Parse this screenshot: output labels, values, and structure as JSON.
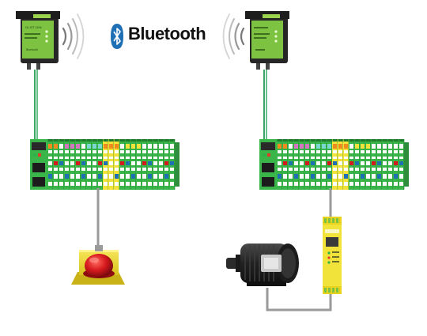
{
  "header": {
    "brand": "Bluetooth"
  },
  "devices": {
    "radio_module_label": "GL BT 1DN",
    "radio_module_sub": "Bluetooth"
  },
  "colors": {
    "module_green": "#7ec242",
    "terminal_green": "#39b54a",
    "terminal_green_dark": "#1f7a2c",
    "safety_yellow": "#f2e33a",
    "orange": "#f08c1e",
    "pink": "#d776c0",
    "red_button": "#d6191e",
    "bluetooth_blue": "#1f6fb5",
    "cable_green": "#3aa56a",
    "cable_gray": "#9a9a9a",
    "motor_dark": "#2b2b2b"
  }
}
